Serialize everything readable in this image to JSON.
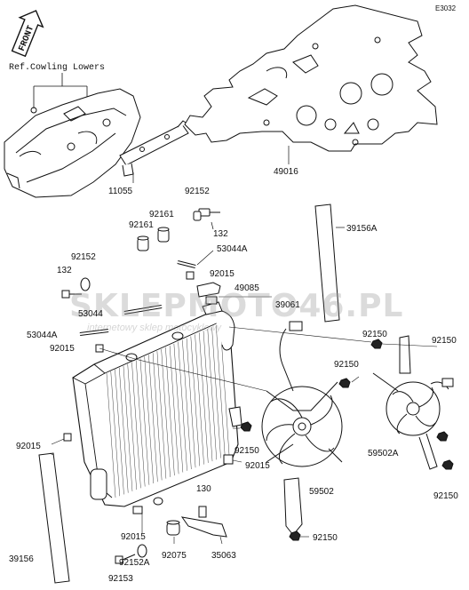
{
  "diagram": {
    "code": "E3032",
    "front_label": "FRONT",
    "ref_label": "Ref.Cowling Lowers",
    "watermark": {
      "main": "SKLEPMOTO46.PL",
      "sub": "internetowy sklep motocyklowy"
    },
    "callouts": {
      "c49016": "49016",
      "c11055": "11055",
      "c92152a": "92152",
      "c132a": "132",
      "c92161a": "92161",
      "c92161b": "92161",
      "c39156a": "39156A",
      "c53044a_top": "53044A",
      "c92152b": "92152",
      "c132b": "132",
      "c92015a": "92015",
      "c49085": "49085",
      "c39061": "39061",
      "c53044": "53044",
      "c53044a_left": "53044A",
      "c92015b": "92015",
      "c92150a": "92150",
      "c92150b": "92150",
      "c92150c": "92150",
      "c92015c": "92015",
      "c92150d": "92150",
      "c92015d": "92015",
      "c59502a": "59502A",
      "c59502": "59502",
      "c92150e": "92150",
      "c130": "130",
      "c92015e": "92015",
      "c92075": "92075",
      "c35063": "35063",
      "c92150f": "92150",
      "c39156": "39156",
      "c92152c": "92152A",
      "c92153": "92153"
    }
  }
}
